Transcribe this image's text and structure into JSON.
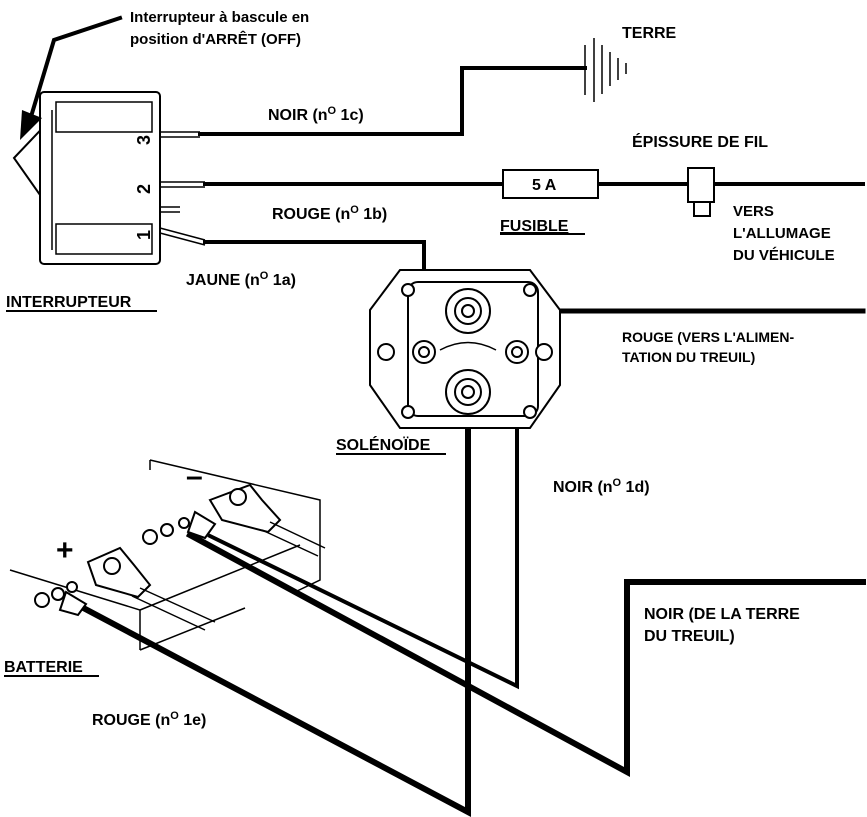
{
  "labels": {
    "switch_note_line1": "Interrupteur à bascule en",
    "switch_note_line2": "position d'ARRÊT (OFF)",
    "ground": "TERRE",
    "black_1c": "NOIR (n",
    "black_1c_sup": "O",
    "black_1c_end": " 1c)",
    "splice": "ÉPISSURE DE FIL",
    "fuse_value": "5 A",
    "red_1b": "ROUGE (n",
    "red_1b_sup": "O",
    "red_1b_end": " 1b)",
    "fuse": "FUSIBLE",
    "ignition_line1": "VERS",
    "ignition_line2": "L'ALLUMAGE",
    "ignition_line3": "DU VÉHICULE",
    "yellow_1a": "JAUNE (n",
    "yellow_1a_sup": "O",
    "yellow_1a_end": " 1a)",
    "switch": "INTERRUPTEUR",
    "red_winch_line1": "ROUGE (VERS L'ALIMEN-",
    "red_winch_line2": "TATION DU TREUIL)",
    "solenoid": "SOLÉNOÏDE",
    "black_1d": "NOIR (n",
    "black_1d_sup": "O",
    "black_1d_end": " 1d)",
    "black_winch_line1": "NOIR (DE LA TERRE",
    "black_winch_line2": "DU TREUIL)",
    "battery": "BATTERIE",
    "red_1e": "ROUGE (n",
    "red_1e_sup": "O",
    "red_1e_end": " 1e)",
    "terminal_neg": "–",
    "terminal_pos": "+",
    "pin1": "1",
    "pin2": "2",
    "pin3": "3"
  }
}
